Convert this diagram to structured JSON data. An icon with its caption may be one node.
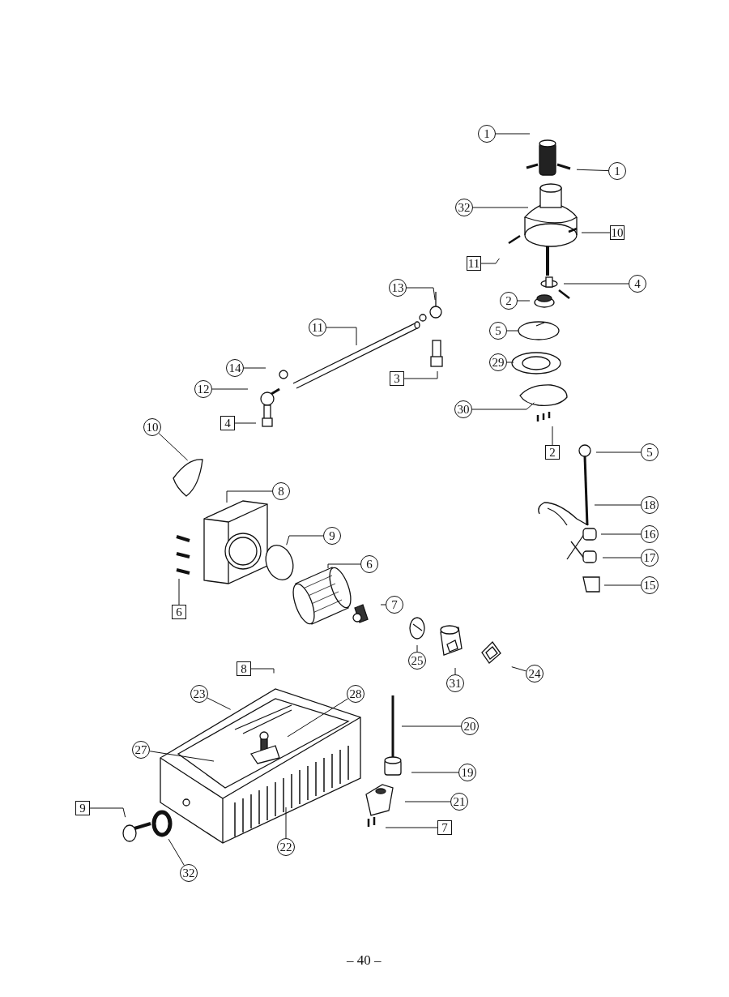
{
  "diagram": {
    "nodes": [
      {
        "text": [
          "1"
        ]
      },
      {
        "text": [
          "1"
        ]
      },
      {
        "text": [
          "32"
        ]
      },
      {
        "text": [
          "10"
        ]
      },
      {
        "text": [
          "11"
        ]
      },
      {
        "text": [
          "13"
        ]
      },
      {
        "text": [
          "4"
        ]
      },
      {
        "text": [
          "2"
        ]
      },
      {
        "text": [
          "11"
        ]
      },
      {
        "text": [
          "5"
        ]
      },
      {
        "text": [
          "14"
        ]
      },
      {
        "text": [
          "3"
        ]
      },
      {
        "text": [
          "12"
        ]
      },
      {
        "text": [
          "29"
        ]
      },
      {
        "text": [
          "30"
        ]
      },
      {
        "text": [
          "4"
        ]
      },
      {
        "text": [
          "10"
        ]
      },
      {
        "text": [
          "2"
        ]
      },
      {
        "text": [
          "5"
        ]
      },
      {
        "text": [
          "8"
        ]
      },
      {
        "text": [
          "18"
        ]
      },
      {
        "text": [
          "9"
        ]
      },
      {
        "text": [
          "16"
        ]
      },
      {
        "text": [
          "6"
        ]
      },
      {
        "text": [
          "17"
        ]
      },
      {
        "text": [
          "15"
        ]
      },
      {
        "text": [
          "7"
        ]
      },
      {
        "text": [
          "6"
        ]
      },
      {
        "text": [
          "25"
        ]
      },
      {
        "text": [
          "31"
        ]
      },
      {
        "text": [
          "24"
        ]
      },
      {
        "text": [
          "8"
        ]
      },
      {
        "text": [
          "23"
        ]
      },
      {
        "text": [
          "28"
        ]
      },
      {
        "text": [
          "27"
        ]
      },
      {
        "text": [
          "20"
        ]
      },
      {
        "text": [
          "19"
        ]
      },
      {
        "text": [
          "21"
        ]
      },
      {
        "text": [
          "9"
        ]
      },
      {
        "text": [
          "7"
        ]
      },
      {
        "text": [
          "22"
        ]
      },
      {
        "text": [
          "32"
        ]
      }
    ],
    "edges": [
      {
        "from": 0,
        "to": null,
        "arrow": "none"
      },
      {
        "from": 1,
        "to": null,
        "arrow": "none"
      },
      {
        "from": 2,
        "to": null,
        "arrow": "none"
      },
      {
        "from": 3,
        "to": null,
        "arrow": "none"
      },
      {
        "from": 4,
        "to": null,
        "arrow": "none"
      },
      {
        "from": 5,
        "to": null,
        "arrow": "none"
      },
      {
        "from": 6,
        "to": null,
        "arrow": "none"
      },
      {
        "from": 7,
        "to": null,
        "arrow": "none"
      },
      {
        "from": 8,
        "to": null,
        "arrow": "none"
      },
      {
        "from": 9,
        "to": null,
        "arrow": "none"
      },
      {
        "from": 10,
        "to": null,
        "arrow": "none"
      },
      {
        "from": 11,
        "to": null,
        "arrow": "none"
      },
      {
        "from": 12,
        "to": null,
        "arrow": "none"
      },
      {
        "from": 13,
        "to": null,
        "arrow": "none"
      },
      {
        "from": 14,
        "to": null,
        "arrow": "none"
      },
      {
        "from": 15,
        "to": null,
        "arrow": "none"
      },
      {
        "from": 16,
        "to": null,
        "arrow": "none"
      },
      {
        "from": 17,
        "to": null,
        "arrow": "none"
      },
      {
        "from": 18,
        "to": null,
        "arrow": "none"
      },
      {
        "from": 19,
        "to": null,
        "arrow": "none"
      },
      {
        "from": 20,
        "to": null,
        "arrow": "none"
      },
      {
        "from": 21,
        "to": null,
        "arrow": "none"
      },
      {
        "from": 22,
        "to": null,
        "arrow": "none"
      },
      {
        "from": 23,
        "to": null,
        "arrow": "none"
      },
      {
        "from": 24,
        "to": null,
        "arrow": "none"
      },
      {
        "from": 25,
        "to": null,
        "arrow": "none"
      },
      {
        "from": 26,
        "to": null,
        "arrow": "none"
      },
      {
        "from": 27,
        "to": null,
        "arrow": "none"
      },
      {
        "from": 28,
        "to": null,
        "arrow": "none"
      },
      {
        "from": 29,
        "to": null,
        "arrow": "none"
      },
      {
        "from": 30,
        "to": null,
        "arrow": "none"
      },
      {
        "from": 31,
        "to": null,
        "arrow": "none"
      },
      {
        "from": 32,
        "to": null,
        "arrow": "none"
      },
      {
        "from": 33,
        "to": null,
        "arrow": "none"
      },
      {
        "from": 34,
        "to": null,
        "arrow": "none"
      },
      {
        "from": 35,
        "to": null,
        "arrow": "none"
      },
      {
        "from": 36,
        "to": null,
        "arrow": "none"
      },
      {
        "from": 37,
        "to": null,
        "arrow": "none"
      },
      {
        "from": 38,
        "to": null,
        "arrow": "none"
      },
      {
        "from": 39,
        "to": null,
        "arrow": "none"
      },
      {
        "from": 40,
        "to": null,
        "arrow": "none"
      },
      {
        "from": 41,
        "to": null,
        "arrow": "none"
      }
    ],
    "labels": [
      "– 40 –"
    ]
  }
}
